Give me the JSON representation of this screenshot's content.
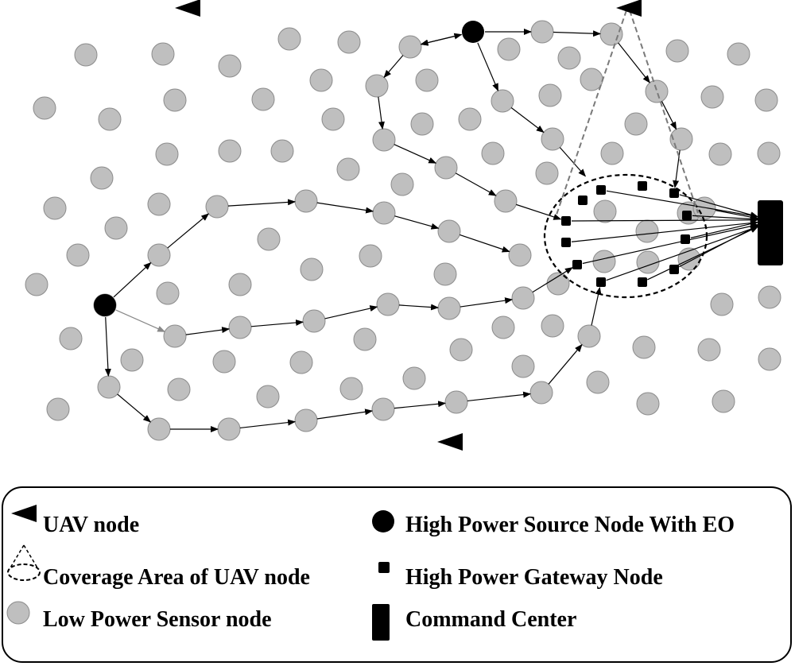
{
  "colors": {
    "sensor_fill": "#bfbfbf",
    "sensor_stroke": "#8c8c8c",
    "node_black": "#000000",
    "path_line": "#000000",
    "beam_line": "#7a7a7a",
    "light_arrow": "#888888"
  },
  "legend": {
    "uav_label": "UAV node",
    "coverage_label": "Coverage Area of UAV node",
    "sensor_label": "Low Power Sensor node",
    "source_label": "High Power Source Node With EO",
    "gateway_label": "High Power Gateway Node",
    "command_label": "Command Center"
  },
  "icons": {
    "uav": "triangle-left-icon",
    "coverage": "cone-ellipse-icon",
    "sensor": "gray-circle-icon",
    "source": "black-circle-icon",
    "gateway": "black-square-icon",
    "command": "black-bar-icon"
  }
}
